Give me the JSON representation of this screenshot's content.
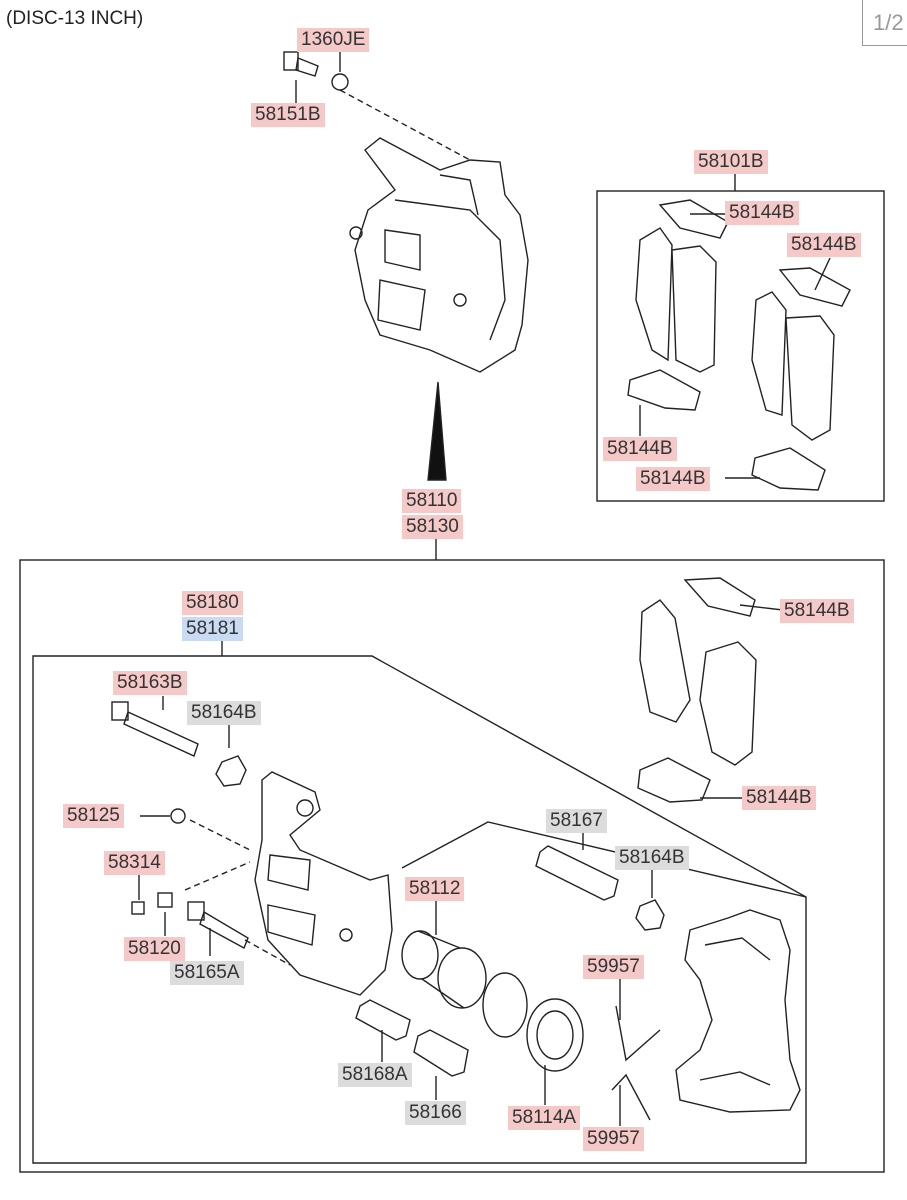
{
  "header": {
    "title": "(DISC-13 INCH)",
    "page": "1/2"
  },
  "labels": {
    "l1360je": "1360JE",
    "l58151b": "58151B",
    "l58101b": "58101B",
    "l58144b": "58144B",
    "l58110": "58110",
    "l58130": "58130",
    "l58180": "58180",
    "l58181": "58181",
    "l58163b": "58163B",
    "l58164b": "58164B",
    "l58125": "58125",
    "l58167": "58167",
    "l58314": "58314",
    "l58112": "58112",
    "l58120": "58120",
    "l58165a": "58165A",
    "l59957": "59957",
    "l58168a": "58168A",
    "l58166": "58166",
    "l58114a": "58114A"
  },
  "colors": {
    "part_highlight": "#f6c9c9",
    "sub_highlight": "#dcdcdc",
    "alt_highlight": "#c9daf3"
  }
}
